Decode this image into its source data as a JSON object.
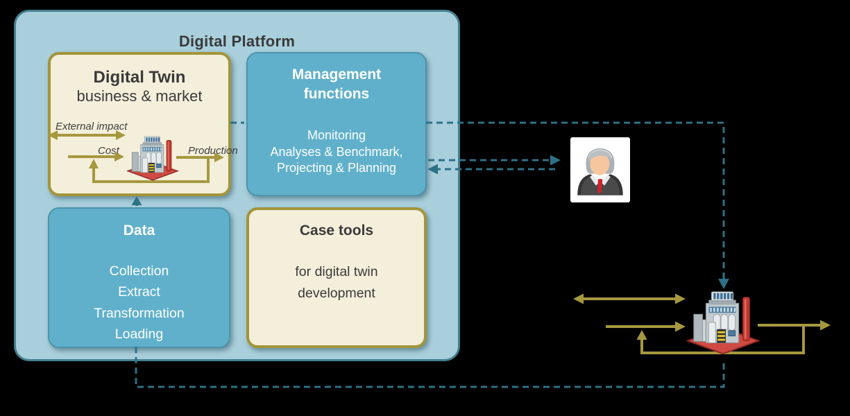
{
  "platform": {
    "title": "Digital Platform"
  },
  "boxes": {
    "digital_twin": {
      "title": "Digital Twin",
      "subtitle": "business & market",
      "labels": {
        "external_impact": "External impact",
        "cost": "Cost",
        "production": "Production"
      }
    },
    "management": {
      "title_lines": [
        "Management",
        "functions"
      ],
      "body_lines": [
        "Monitoring",
        "Analyses & Benchmark,",
        "Projecting & Planning"
      ]
    },
    "data": {
      "title": "Data",
      "body_lines": [
        "Collection",
        "Extract",
        "Transformation",
        "Loading"
      ]
    },
    "case_tools": {
      "title": "Case tools",
      "body_lines": [
        "for digital twin",
        "development"
      ]
    }
  },
  "icons": {
    "digital_twin_factory": "factory-icon",
    "real_factory": "factory-icon",
    "user": "businessman-icon"
  },
  "colors": {
    "platform_fill": "#a9cfdc",
    "platform_border": "#45808f",
    "blue_box_fill": "#60b0cb",
    "blue_box_border": "#4d93aa",
    "cream_box_fill": "#f3efda",
    "cream_box_border": "#a3953a",
    "gold": "#a6983f",
    "teal_dash": "#2e7186",
    "title_text": "#3a3a3a",
    "white_text": "#ffffff"
  }
}
